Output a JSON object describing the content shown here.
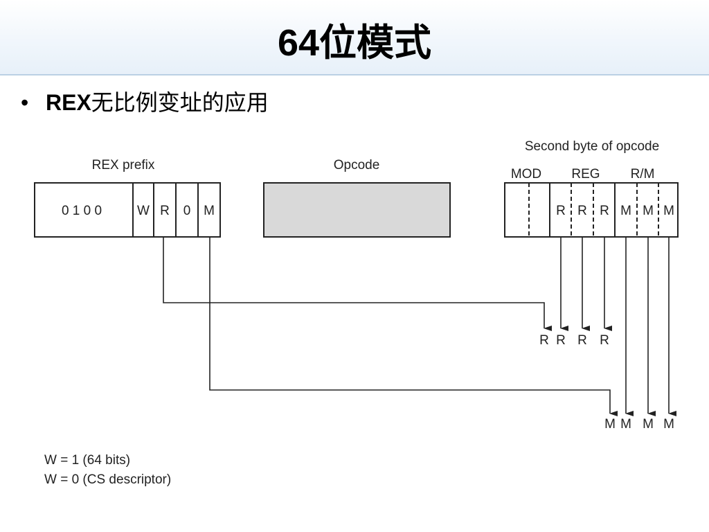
{
  "slide": {
    "title": "64位模式",
    "bullet": {
      "bold": "REX",
      "rest": "无比例变址的应用"
    }
  },
  "diagram": {
    "rex_prefix": {
      "label": "REX prefix",
      "fixed_bits": "0 1 0 0",
      "fields": [
        "W",
        "R",
        "0",
        "M"
      ]
    },
    "opcode": {
      "label": "Opcode"
    },
    "second_byte": {
      "label": "Second byte of opcode",
      "groups": [
        "MOD",
        "REG",
        "R/M"
      ],
      "reg_cells": [
        "R",
        "R",
        "R"
      ],
      "rm_cells": [
        "M",
        "M",
        "M"
      ]
    },
    "r_outputs": [
      "R",
      "R",
      "R",
      "R"
    ],
    "m_outputs": [
      "M",
      "M",
      "M",
      "M"
    ],
    "legend": [
      "W = 1 (64 bits)",
      "W = 0 (CS descriptor)"
    ]
  },
  "colors": {
    "header_gradient_start": "#eef5fb",
    "header_gradient_end": "#ffffff",
    "divider": "#9ab8d4",
    "opcode_fill": "#d9d9d9",
    "line": "#222222"
  }
}
